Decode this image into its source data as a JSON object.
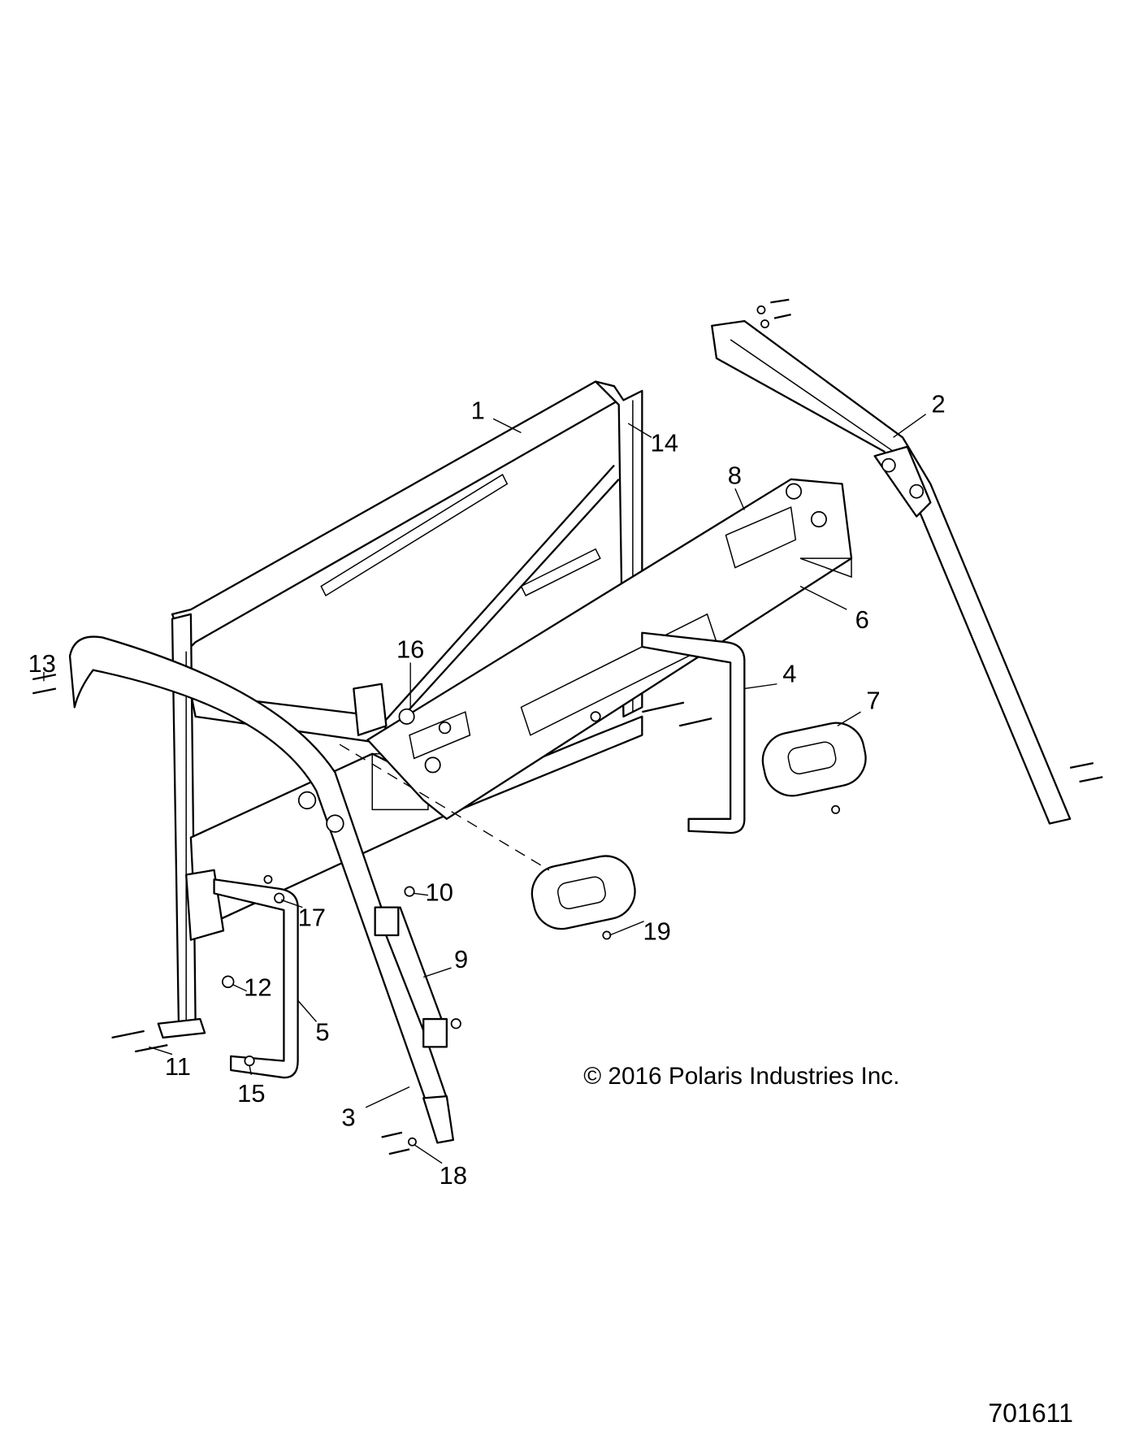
{
  "callouts": [
    "1",
    "2",
    "3",
    "4",
    "5",
    "6",
    "7",
    "8",
    "9",
    "10",
    "11",
    "12",
    "13",
    "14",
    "15",
    "16",
    "17",
    "18",
    "19"
  ],
  "copyright": "© 2016 Polaris Industries Inc.",
  "figure_number": "701611"
}
